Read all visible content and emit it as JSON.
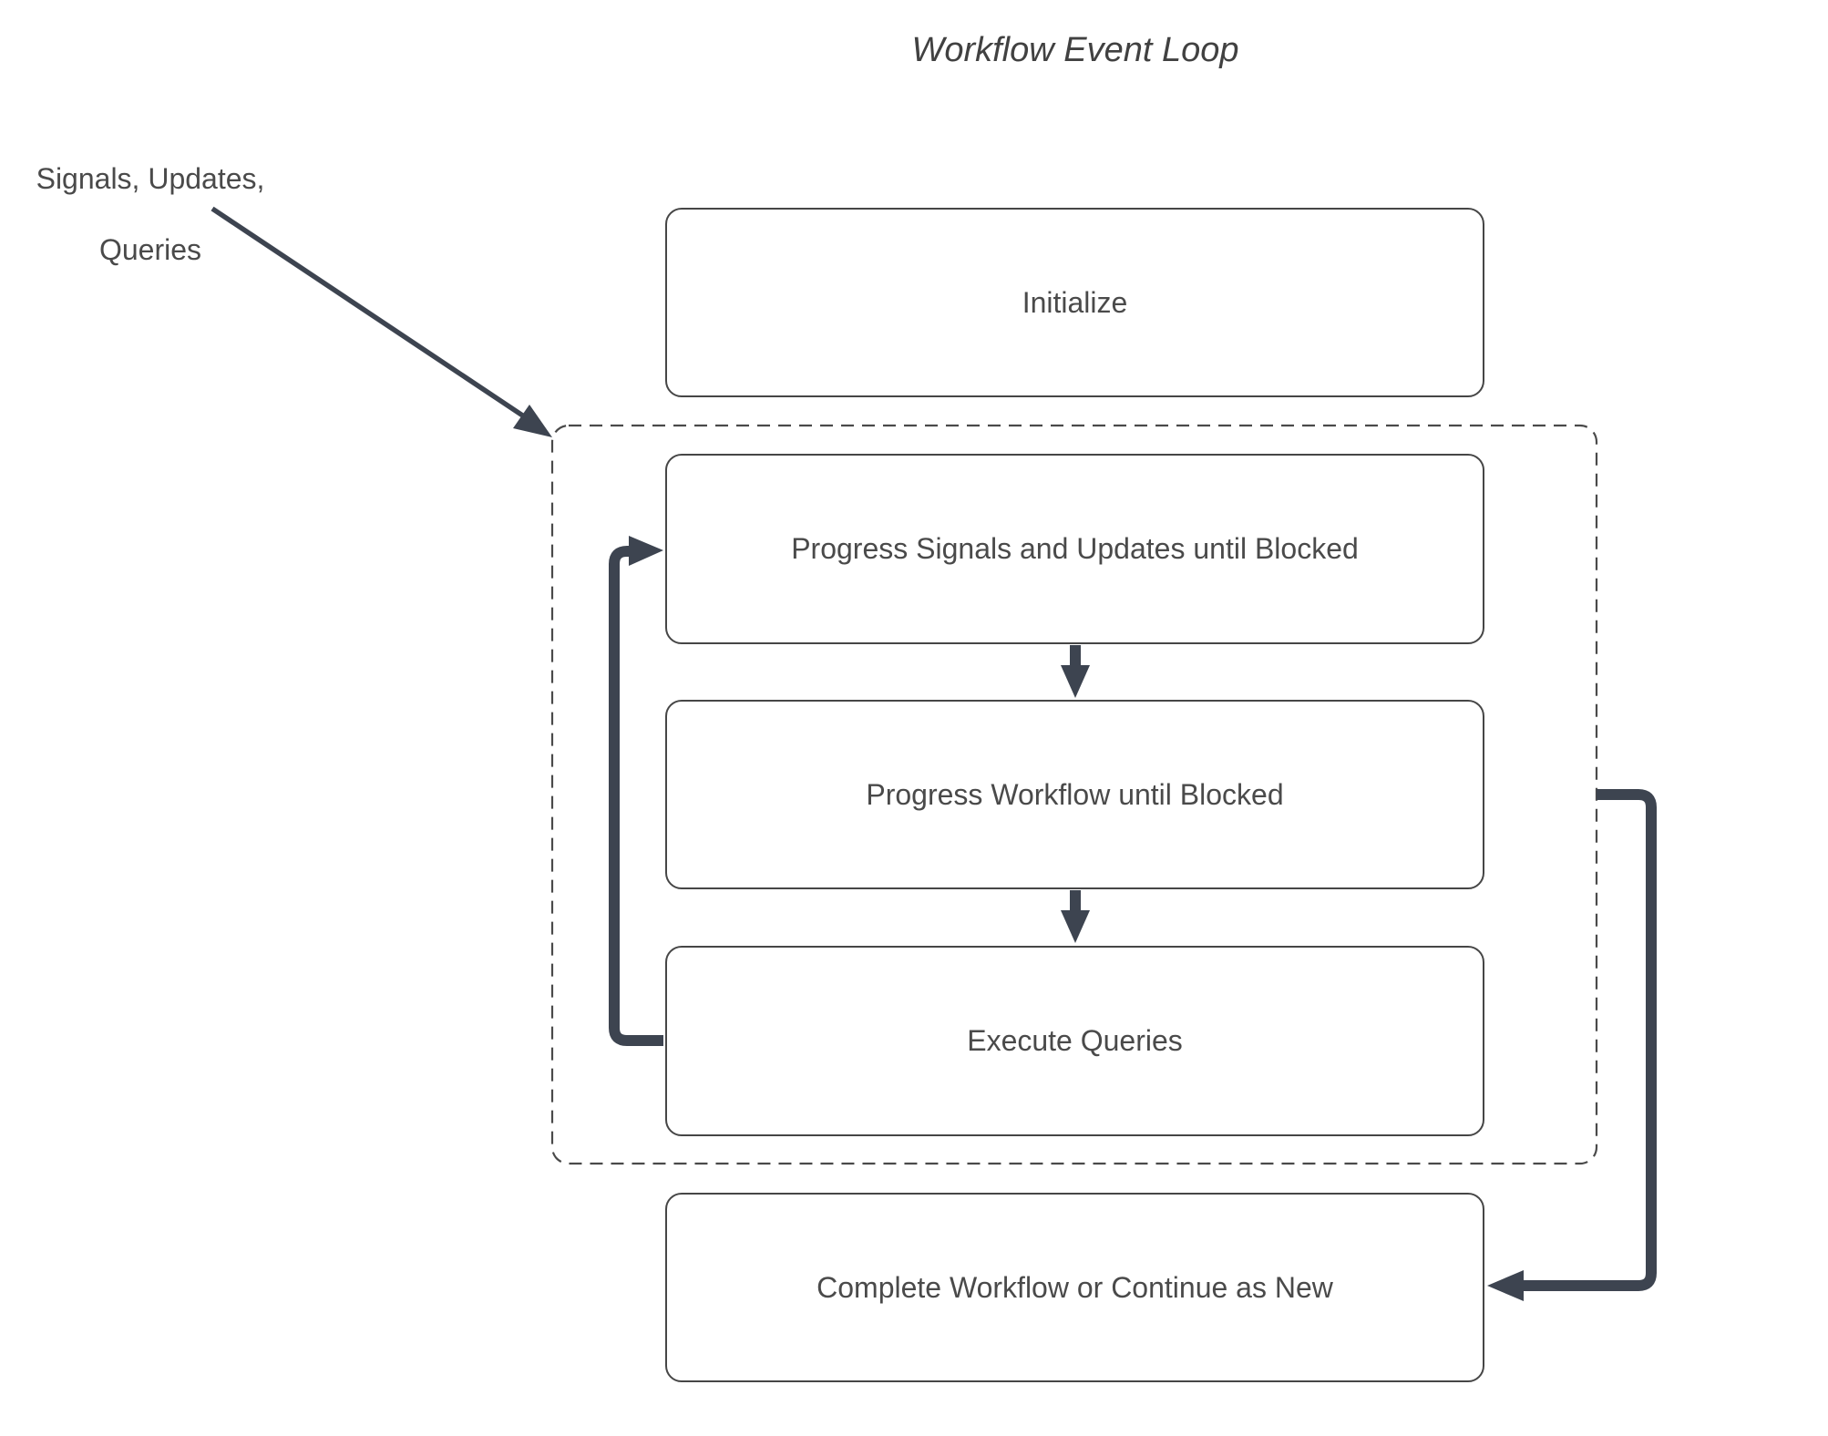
{
  "diagram": {
    "title": "Workflow Event Loop",
    "external_label": {
      "line1": "Signals, Updates,",
      "line2": "Queries"
    },
    "nodes": [
      {
        "id": "initialize",
        "label": "Initialize",
        "in_group": false
      },
      {
        "id": "progress-signals",
        "label": "Progress Signals and Updates until Blocked",
        "in_group": true
      },
      {
        "id": "progress-workflow",
        "label": "Progress Workflow until Blocked",
        "in_group": true
      },
      {
        "id": "execute-queries",
        "label": "Execute Queries",
        "in_group": true
      },
      {
        "id": "complete",
        "label": "Complete Workflow or Continue as New",
        "in_group": false
      }
    ],
    "group": {
      "style": "dashed",
      "contains": [
        "progress-signals",
        "progress-workflow",
        "execute-queries"
      ]
    },
    "edges": [
      {
        "from": "signals-updates-queries-label",
        "to": "group-top-left-corner",
        "style": "thin-diagonal-arrow"
      },
      {
        "from": "progress-signals",
        "to": "progress-workflow",
        "style": "down-arrow"
      },
      {
        "from": "progress-workflow",
        "to": "execute-queries",
        "style": "down-arrow"
      },
      {
        "from": "execute-queries",
        "to": "progress-signals",
        "style": "left-loop-arrow"
      },
      {
        "from": "group-right-edge",
        "to": "complete",
        "style": "right-side-arrow"
      }
    ],
    "colors": {
      "arrow": "#3d4450",
      "box_border": "#464646",
      "dashed_border": "#4a4a4a",
      "text": "#4a4a4a",
      "title_text": "#414141",
      "background": "#ffffff"
    }
  }
}
